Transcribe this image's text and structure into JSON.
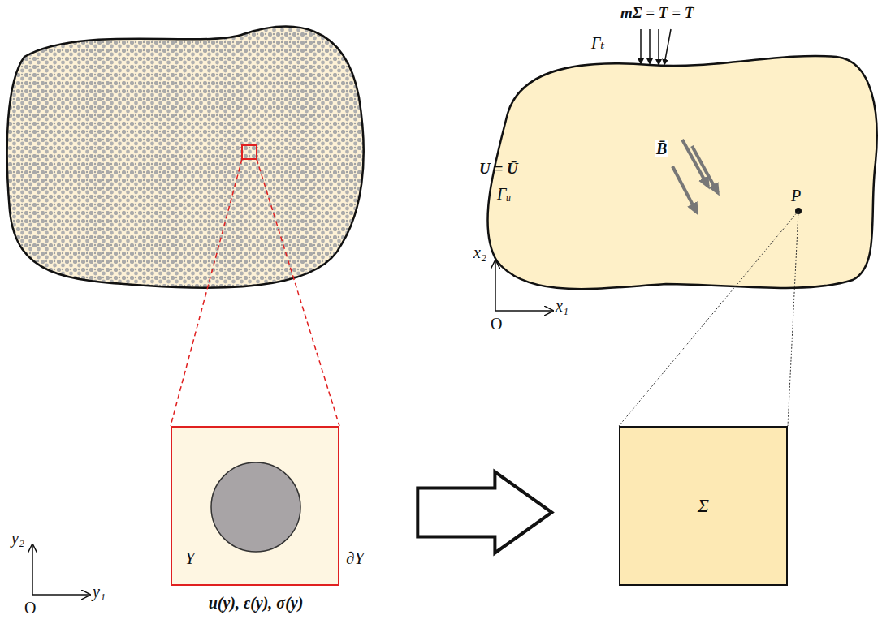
{
  "diagram": {
    "nodes": [
      {
        "text": [
          "Y",
          "∂Y"
        ]
      },
      {
        "text": [
          "Σ"
        ]
      }
    ],
    "edges": [
      {
        "from": 0,
        "to": 1,
        "arrow": "to"
      }
    ],
    "labels": [
      "mΣ = T = T̄",
      "Γₜ",
      "B̄",
      "U = Ū",
      "Γᵤ",
      "P",
      "x₂",
      "x₁",
      "O",
      "y₂",
      "y₁",
      "O",
      "u(y), ε(y), σ(y)"
    ]
  }
}
